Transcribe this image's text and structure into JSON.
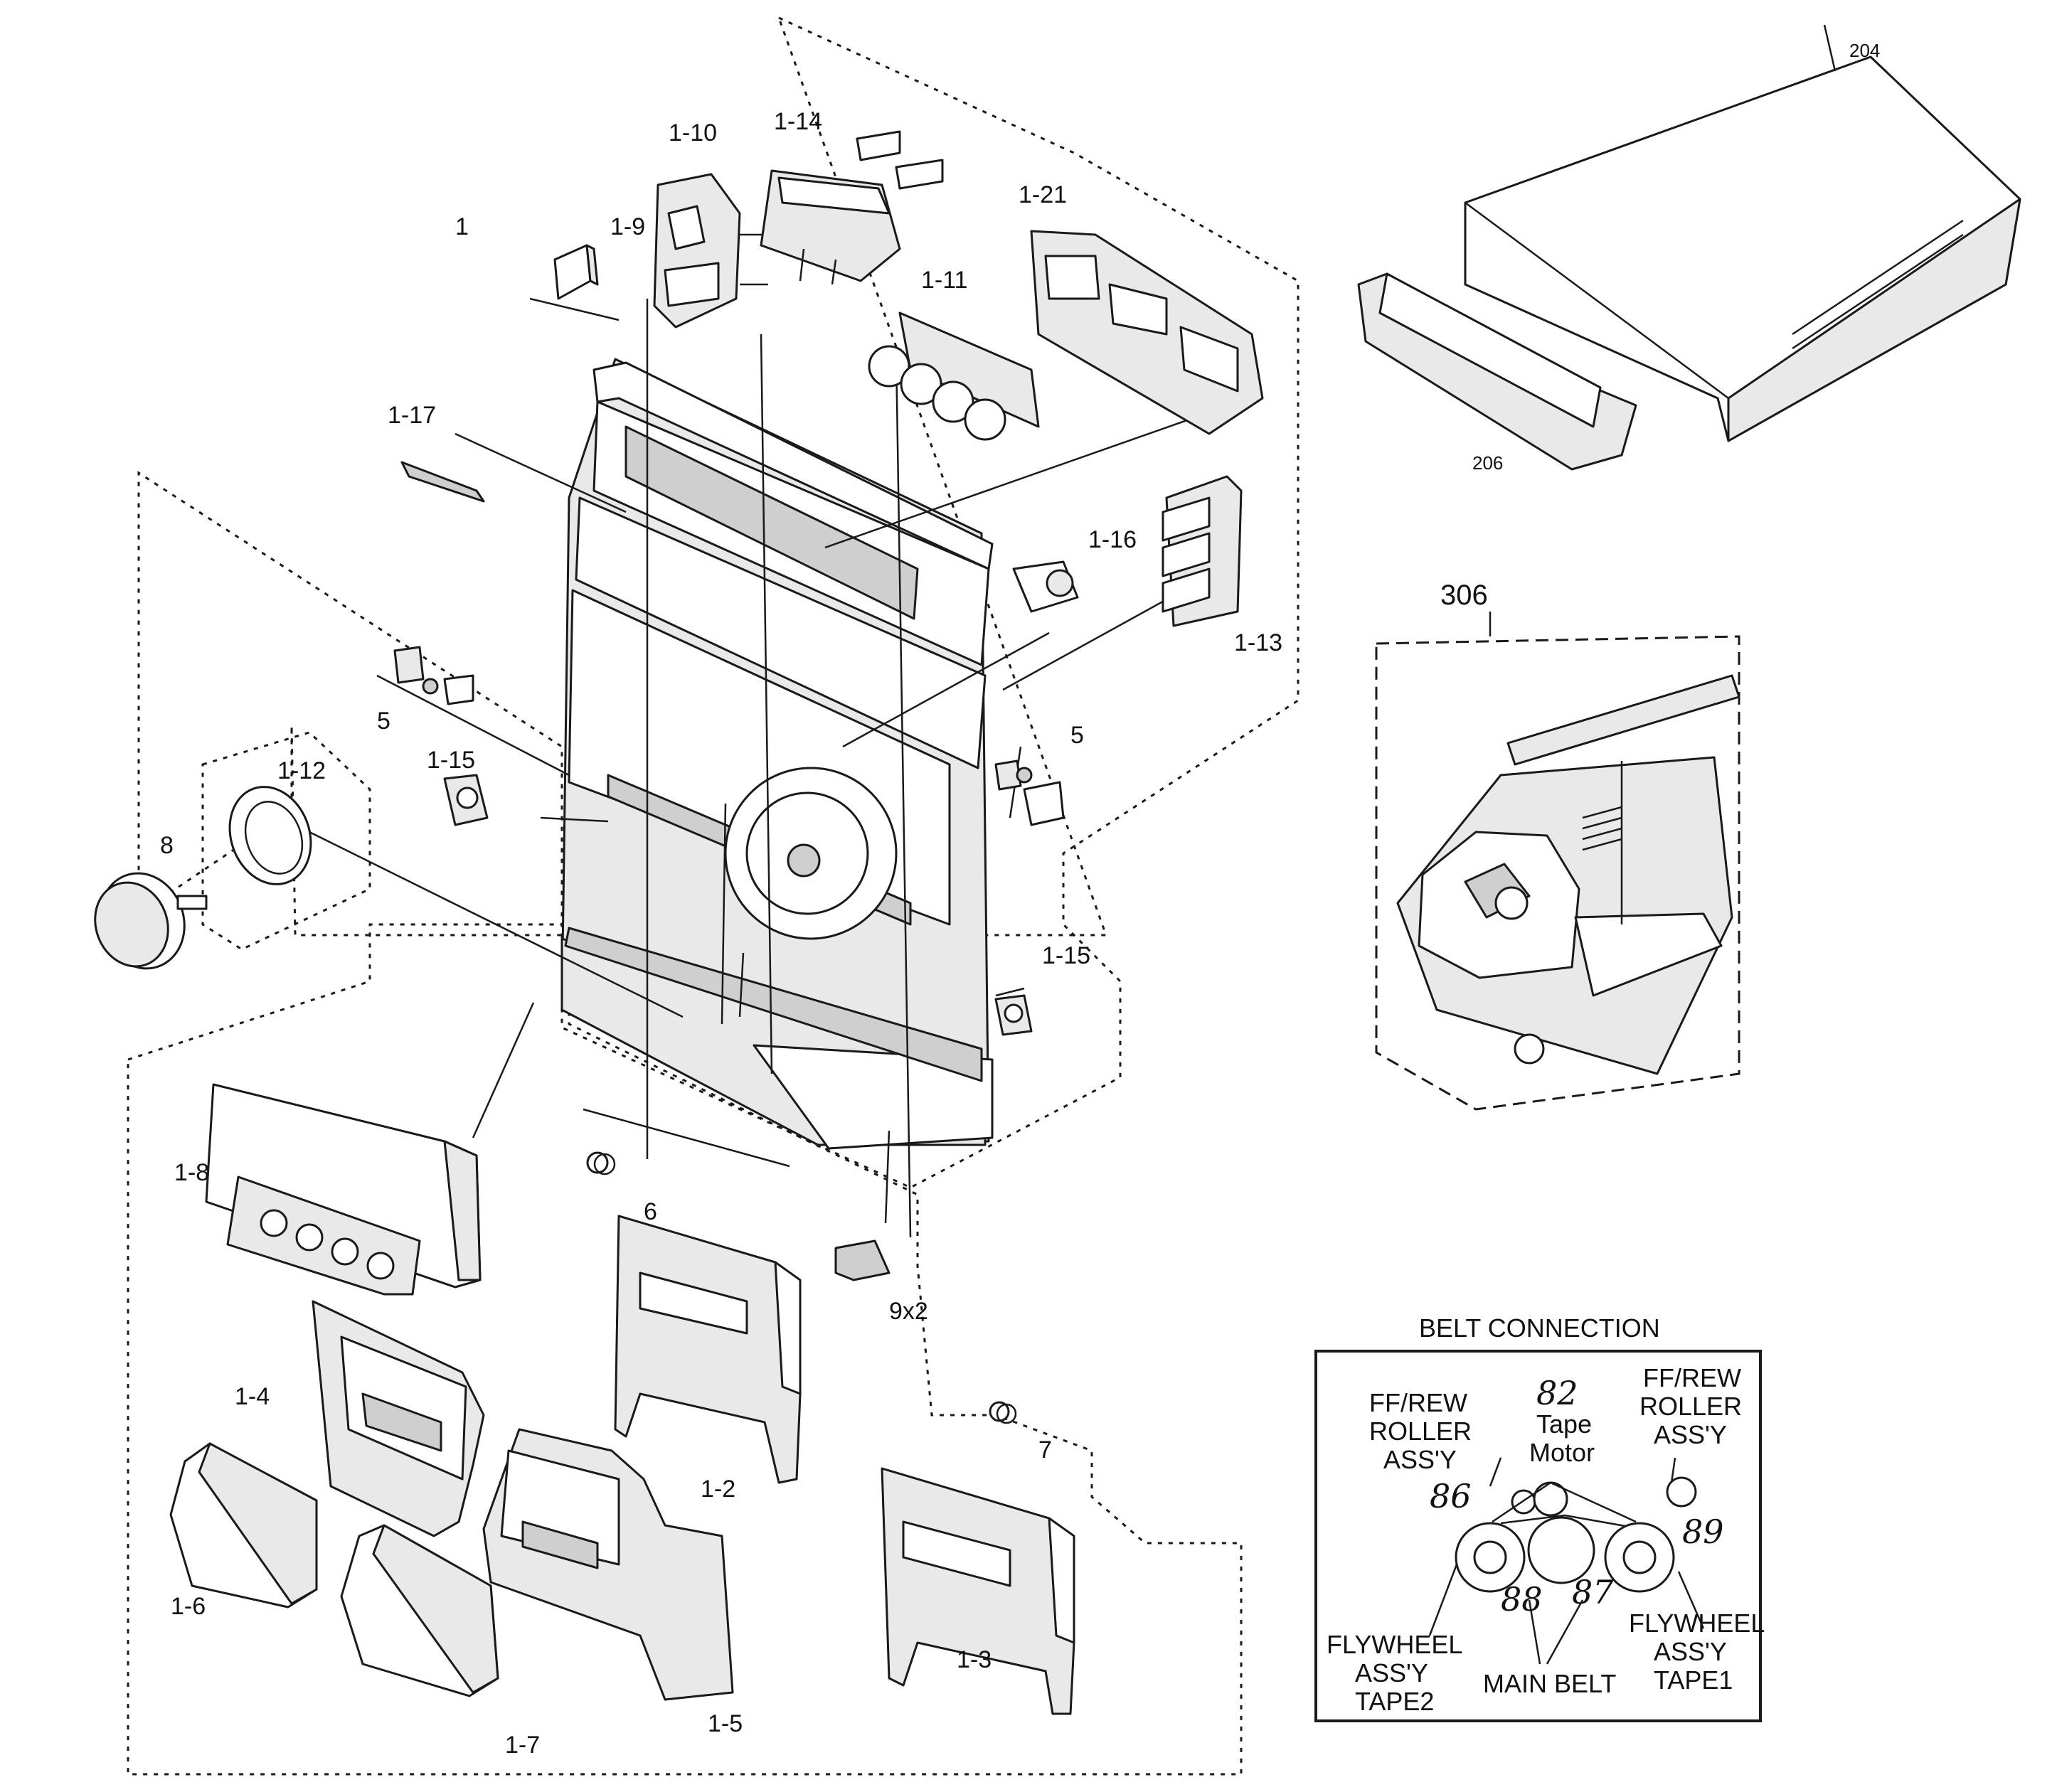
{
  "callouts": {
    "c1": "1",
    "c1_2": "1-2",
    "c1_3": "1-3",
    "c1_4": "1-4",
    "c1_5": "1-5",
    "c1_6": "1-6",
    "c1_7": "1-7",
    "c1_8": "1-8",
    "c1_9": "1-9",
    "c1_10": "1-10",
    "c1_11": "1-11",
    "c1_12": "1-12",
    "c1_13": "1-13",
    "c1_14": "1-14",
    "c1_15a": "1-15",
    "c1_15b": "1-15",
    "c1_16": "1-16",
    "c1_17": "1-17",
    "c1_21": "1-21",
    "c5a": "5",
    "c5b": "5",
    "c6": "6",
    "c7": "7",
    "c8": "8",
    "c9x2": "9x2",
    "c204": "204",
    "c206": "206",
    "c306": "306"
  },
  "belt_connection": {
    "title": "BELT CONNECTION",
    "ffrew_left": [
      "FF/REW",
      "ROLLER",
      "ASS'Y"
    ],
    "ffrew_right": [
      "FF/REW",
      "ROLLER",
      "ASS'Y"
    ],
    "num_82": "82",
    "motor": [
      "Tape",
      "Motor"
    ],
    "num_86": "86",
    "num_88": "88",
    "num_87": "87",
    "num_89": "89",
    "flywheel_tape2": [
      "FLYWHEEL",
      "ASS'Y",
      "TAPE2"
    ],
    "main_belt": "MAIN BELT",
    "flywheel_tape1": [
      "FLYWHEEL",
      "ASS'Y",
      "TAPE1"
    ]
  }
}
